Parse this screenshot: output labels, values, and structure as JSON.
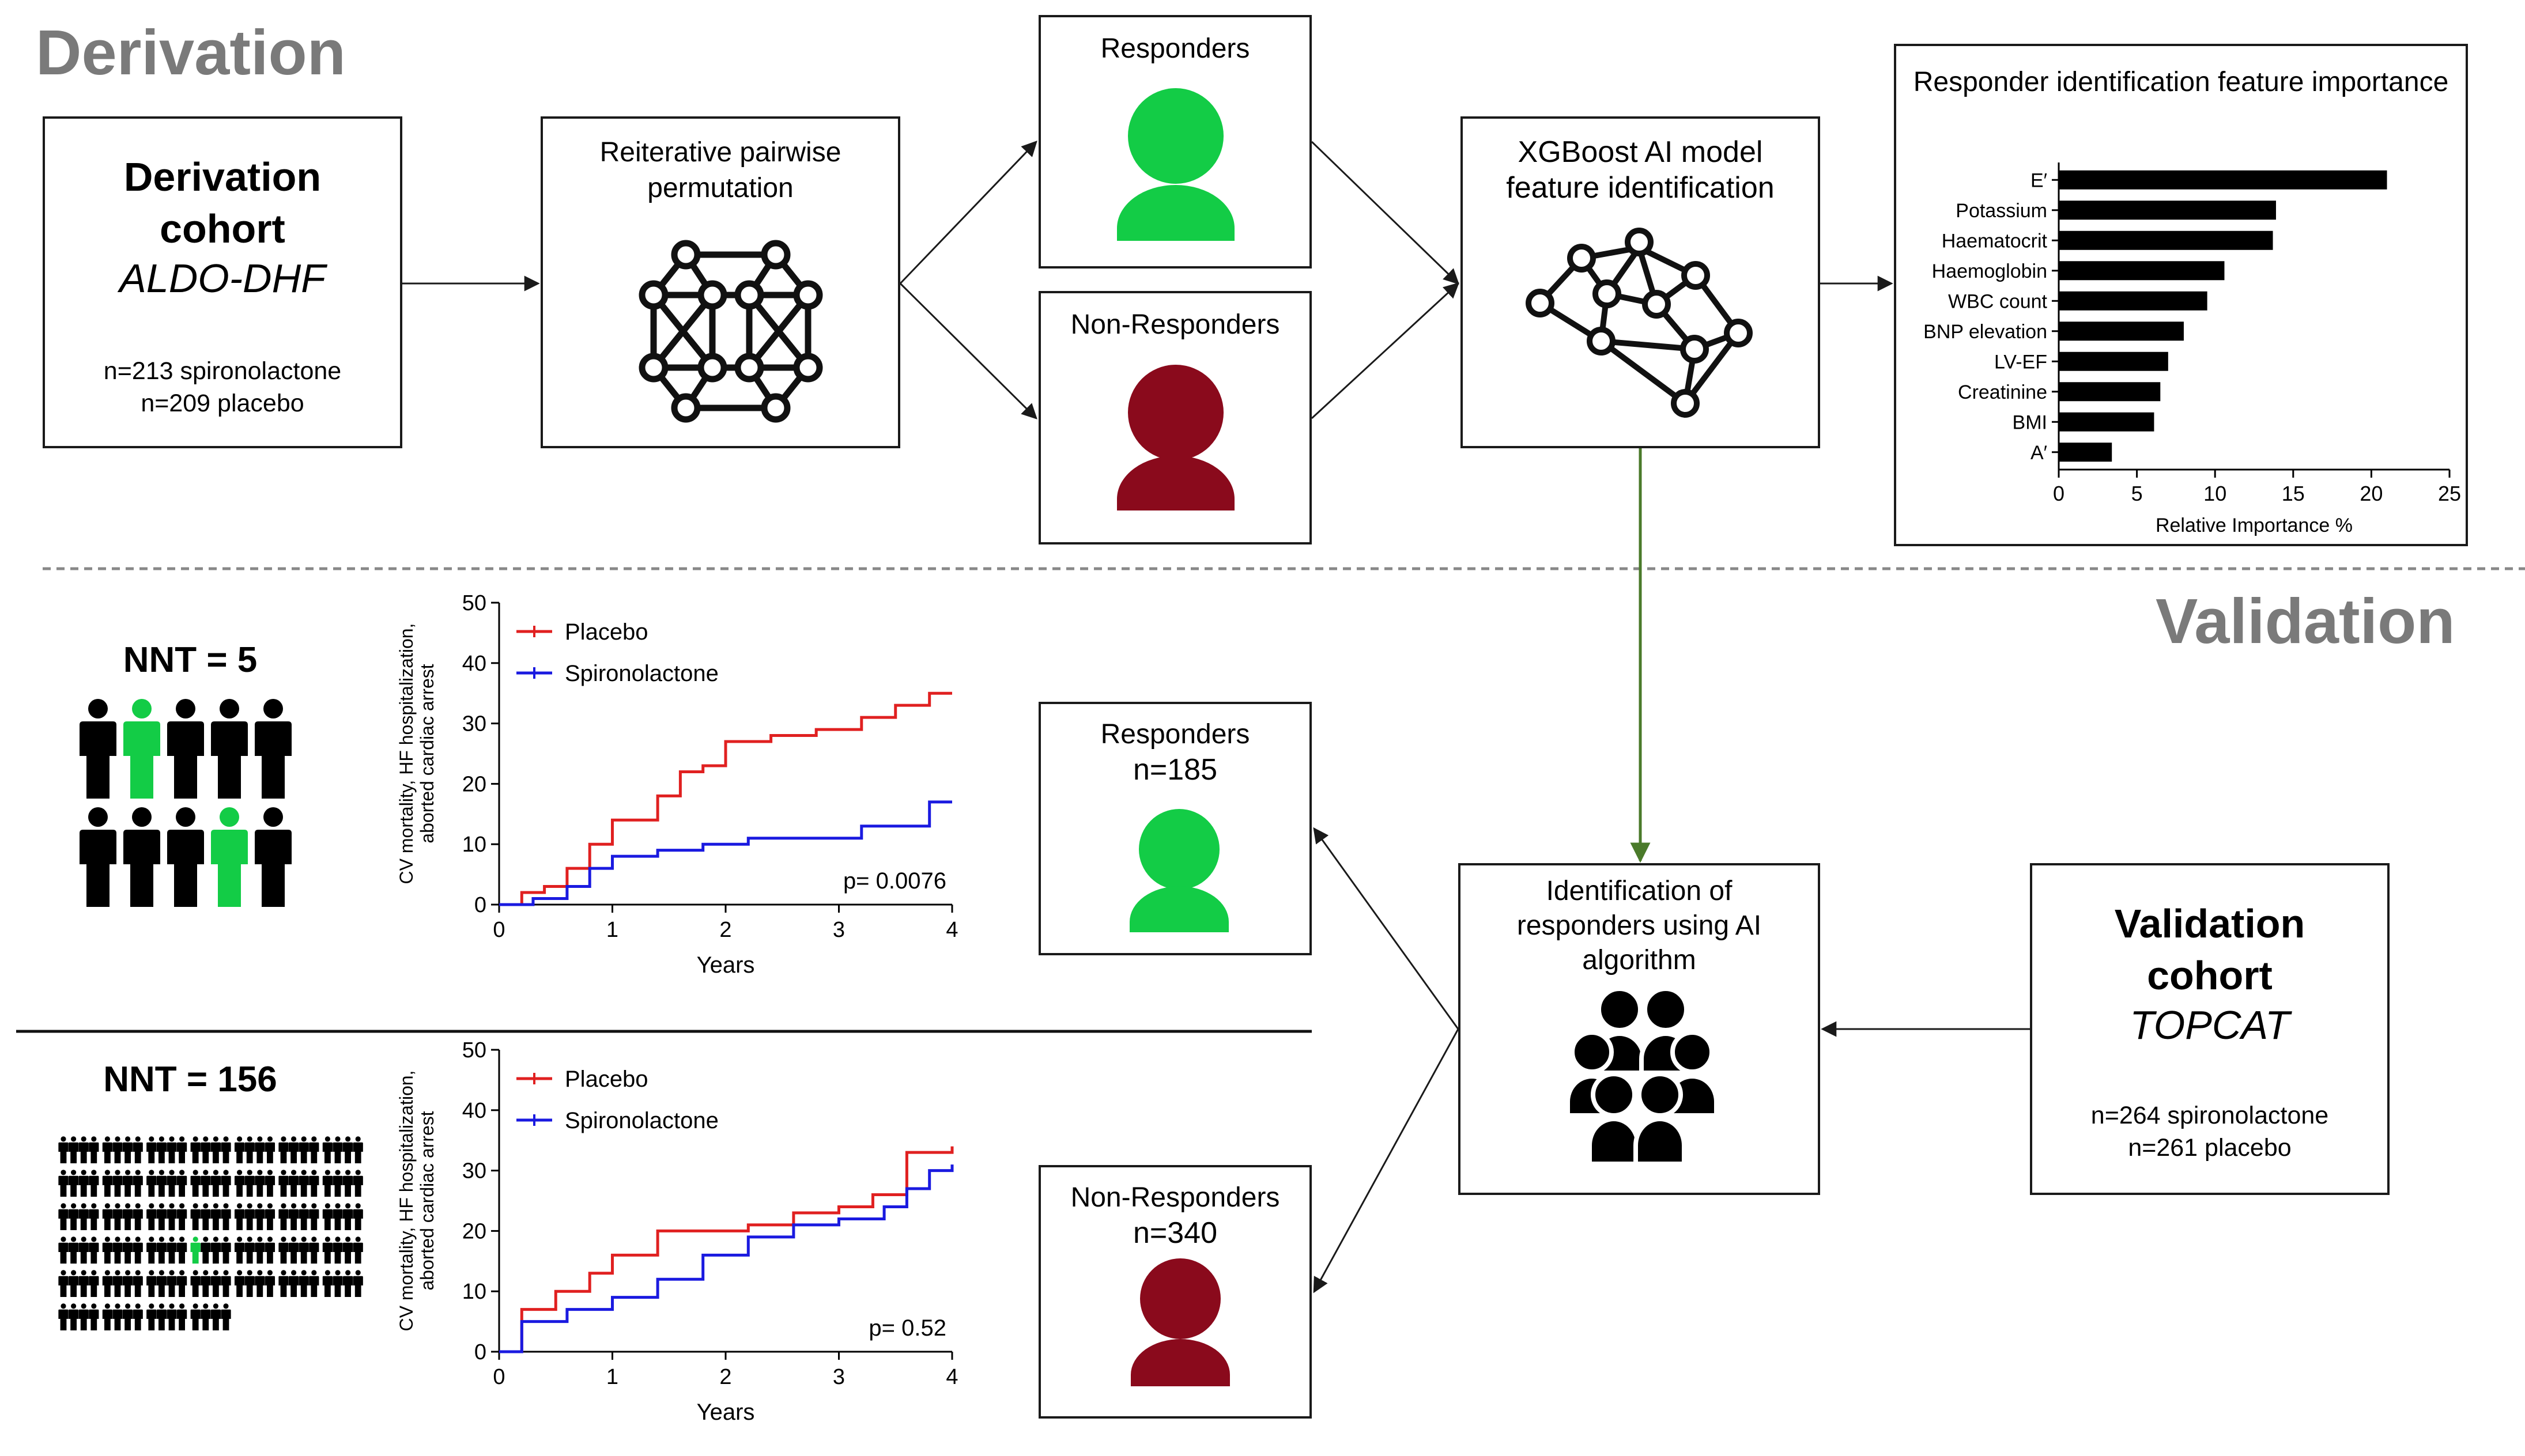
{
  "colors": {
    "green": "#13cc46",
    "maroon": "#8a0a1c",
    "red": "#e02020",
    "blue": "#1a1ae0",
    "arrow_green": "#4a7a2a",
    "grey": "#7a7a7a"
  },
  "sections": {
    "derivation": "Derivation",
    "validation": "Validation"
  },
  "derivation_cohort": {
    "title_line1": "Derivation",
    "title_line2": "cohort",
    "name": "ALDO-DHF",
    "n_line1": "n=213 spironolactone",
    "n_line2": "n=209 placebo"
  },
  "permutation": {
    "line1": "Reiterative pairwise",
    "line2": "permutation"
  },
  "derivation_responders": {
    "label": "Responders"
  },
  "derivation_nonresponders": {
    "label": "Non-Responders"
  },
  "xgboost": {
    "line1": "XGBoost AI model",
    "line2": "feature identification"
  },
  "identification": {
    "line1": "Identification of",
    "line2": "responders using AI",
    "line3": "algorithm"
  },
  "validation_cohort": {
    "title_line1": "Validation",
    "title_line2": "cohort",
    "name": "TOPCAT",
    "n_line1": "n=264 spironolactone",
    "n_line2": "n=261 placebo"
  },
  "validation_responders": {
    "label": "Responders",
    "n": "n=185"
  },
  "validation_nonresponders": {
    "label": "Non-Responders",
    "n": "n=340"
  },
  "nnt_top": "NNT = 5",
  "nnt_bottom": "NNT = 156",
  "chart_data": [
    {
      "type": "bar",
      "orientation": "horizontal",
      "title": "Responder identification feature importance",
      "xlabel": "Relative Importance %",
      "xlim": [
        0,
        25
      ],
      "xticks": [
        0,
        5,
        10,
        15,
        20,
        25
      ],
      "categories": [
        "E′",
        "Potassium",
        "Haematocrit",
        "Haemoglobin",
        "WBC count",
        "BNP elevation",
        "LV-EF",
        "Creatinine",
        "BMI",
        "A′"
      ],
      "values": [
        21.0,
        13.9,
        13.7,
        10.6,
        9.5,
        8.0,
        7.0,
        6.5,
        6.1,
        3.4
      ]
    },
    {
      "type": "line",
      "subtype": "kaplan-meier",
      "ylabel": "CV mortality, HF hospitalization, aborted cardiac arrest",
      "xlabel": "Years",
      "xlim": [
        0,
        4
      ],
      "ylim": [
        0,
        50
      ],
      "xticks": [
        0,
        1,
        2,
        3,
        4
      ],
      "yticks": [
        0,
        10,
        20,
        30,
        40,
        50
      ],
      "annotation": "p= 0.0076",
      "series": [
        {
          "name": "Placebo",
          "color": "#e02020",
          "x": [
            0,
            0.2,
            0.4,
            0.6,
            0.8,
            1.0,
            1.2,
            1.4,
            1.6,
            1.8,
            2.0,
            2.4,
            2.8,
            3.2,
            3.5,
            3.8,
            4.0
          ],
          "y": [
            0,
            2,
            3,
            6,
            10,
            14,
            14,
            18,
            22,
            23,
            27,
            28,
            29,
            31,
            33,
            35,
            35
          ]
        },
        {
          "name": "Spironolactone",
          "color": "#1a1ae0",
          "x": [
            0,
            0.3,
            0.6,
            0.8,
            1.0,
            1.4,
            1.8,
            2.2,
            2.6,
            3.0,
            3.2,
            3.4,
            3.6,
            3.8,
            4.0
          ],
          "y": [
            0,
            1,
            3,
            6,
            8,
            9,
            10,
            11,
            11,
            11,
            13,
            13,
            13,
            17,
            17
          ]
        }
      ]
    },
    {
      "type": "line",
      "subtype": "kaplan-meier",
      "ylabel": "CV mortality, HF hospitalization, aborted cardiac arrest",
      "xlabel": "Years",
      "xlim": [
        0,
        4
      ],
      "ylim": [
        0,
        50
      ],
      "xticks": [
        0,
        1,
        2,
        3,
        4
      ],
      "yticks": [
        0,
        10,
        20,
        30,
        40,
        50
      ],
      "annotation": "p= 0.52",
      "series": [
        {
          "name": "Placebo",
          "color": "#e02020",
          "x": [
            0,
            0.2,
            0.5,
            0.8,
            1.0,
            1.4,
            1.8,
            2.2,
            2.6,
            3.0,
            3.3,
            3.6,
            4.0
          ],
          "y": [
            0,
            7,
            10,
            13,
            16,
            20,
            20,
            21,
            23,
            24,
            26,
            33,
            34
          ]
        },
        {
          "name": "Spironolactone",
          "color": "#1a1ae0",
          "x": [
            0,
            0.2,
            0.6,
            1.0,
            1.4,
            1.8,
            2.2,
            2.6,
            3.0,
            3.4,
            3.6,
            3.8,
            4.0
          ],
          "y": [
            0,
            5,
            7,
            9,
            12,
            16,
            19,
            21,
            22,
            24,
            27,
            30,
            31
          ]
        }
      ]
    }
  ]
}
